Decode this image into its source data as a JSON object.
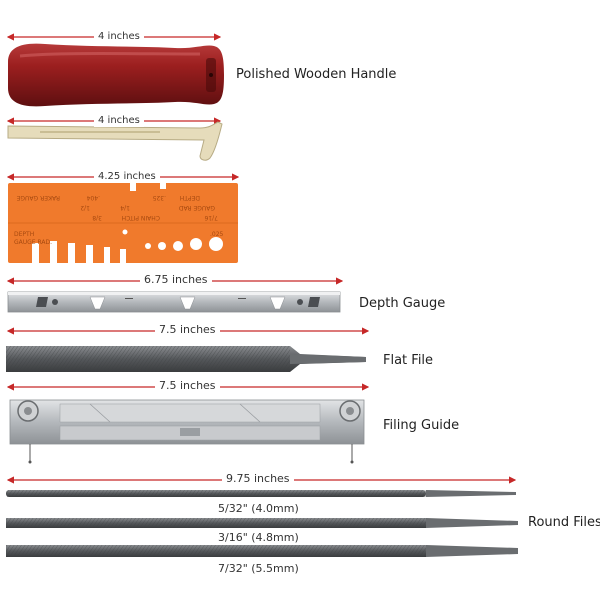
{
  "handle": {
    "dimension": "4 inches",
    "label": "Polished Wooden Handle"
  },
  "hook_tool": {
    "dimension": "4 inches"
  },
  "orange_gauge": {
    "dimension": "4.25 inches",
    "engraved_text": [
      "DEPTH",
      "GAUGE RAD",
      "CHAIN PITCH",
      "RAKER GAUGE",
      "DEPTH",
      "GAUGE RAD.",
      "3/8",
      "1/4",
      ".325",
      ".404",
      "7/16",
      "1/2",
      ".025"
    ]
  },
  "depth_gauge": {
    "dimension": "6.75 inches",
    "label": "Depth Gauge"
  },
  "flat_file": {
    "dimension": "7.5 inches",
    "label": "Flat File"
  },
  "filing_guide": {
    "dimension": "7.5 inches",
    "label": "Filing Guide"
  },
  "round_files": {
    "dimension": "9.75 inches",
    "label": "Round Files",
    "sizes": [
      "5/32\" (4.0mm)",
      "3/16\" (4.8mm)",
      "7/32\" (5.5mm)"
    ]
  },
  "colors": {
    "dimension_line": "#c62828",
    "wood": "#8b1a1a",
    "orange": "#f07a2c",
    "metal": "#b9bcc0"
  }
}
